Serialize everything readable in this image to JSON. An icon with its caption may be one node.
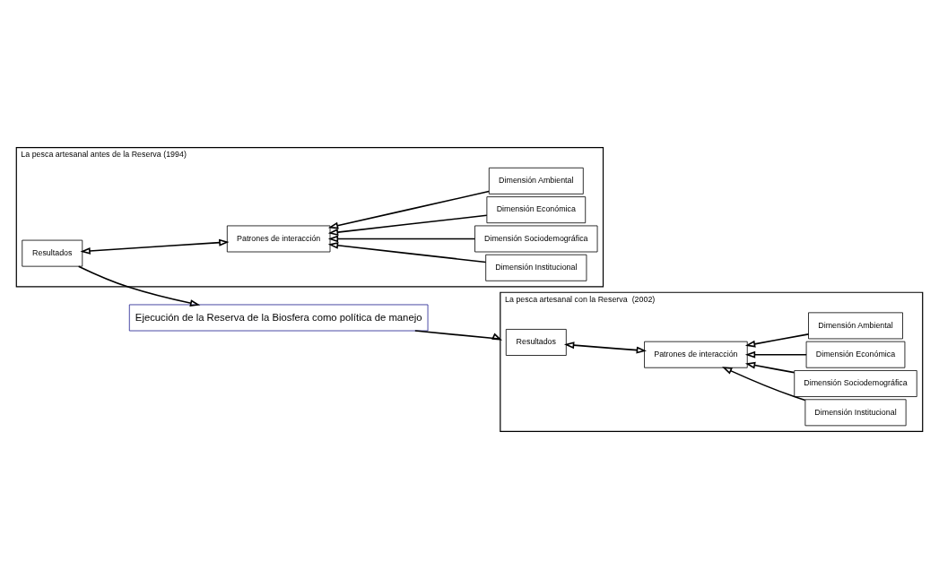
{
  "diagram": {
    "nodes": [
      {
        "text": [
          "La pesca artesanal antes de la Reserva (1994)"
        ]
      },
      {
        "text": [
          "Resultados"
        ],
        "in": 0
      },
      {
        "text": [
          "Patrones de interacción"
        ],
        "in": 0
      },
      {
        "text": [
          "Dimensión Ambiental"
        ],
        "in": 0
      },
      {
        "text": [
          "Dimensión Económica"
        ],
        "in": 0
      },
      {
        "text": [
          "Dimensión Sociodemográfica"
        ],
        "in": 0
      },
      {
        "text": [
          "Dimensión Institucional"
        ],
        "in": 0
      },
      {
        "text": [
          "Ejecución de la Reserva de la Biosfera como política de manejo"
        ]
      },
      {
        "text": [
          "La pesca artesanal con la Reserva  (2002)"
        ]
      },
      {
        "text": [
          "Resultados"
        ],
        "in": 8
      },
      {
        "text": [
          "Patrones de interacción"
        ],
        "in": 8
      },
      {
        "text": [
          "Dimensión Ambiental"
        ],
        "in": 8
      },
      {
        "text": [
          "Dimensión Económica"
        ],
        "in": 8
      },
      {
        "text": [
          "Dimensión Sociodemográfica"
        ],
        "in": 8
      },
      {
        "text": [
          "Dimensión Institucional"
        ],
        "in": 8
      }
    ],
    "edges": [
      {
        "from": 1,
        "to": 2,
        "arrow": "both"
      },
      {
        "from": 3,
        "to": 2,
        "arrow": "to"
      },
      {
        "from": 4,
        "to": 2,
        "arrow": "to"
      },
      {
        "from": 5,
        "to": 2,
        "arrow": "to"
      },
      {
        "from": 6,
        "to": 2,
        "arrow": "to"
      },
      {
        "from": 1,
        "to": 7,
        "arrow": "to"
      },
      {
        "from": 7,
        "to": 8,
        "arrow": "to"
      },
      {
        "from": 9,
        "to": 10,
        "arrow": "both"
      },
      {
        "from": 11,
        "to": 10,
        "arrow": "to"
      },
      {
        "from": 12,
        "to": 10,
        "arrow": "to"
      },
      {
        "from": 13,
        "to": 10,
        "arrow": "to"
      },
      {
        "from": 14,
        "to": 10,
        "arrow": "to"
      }
    ]
  }
}
